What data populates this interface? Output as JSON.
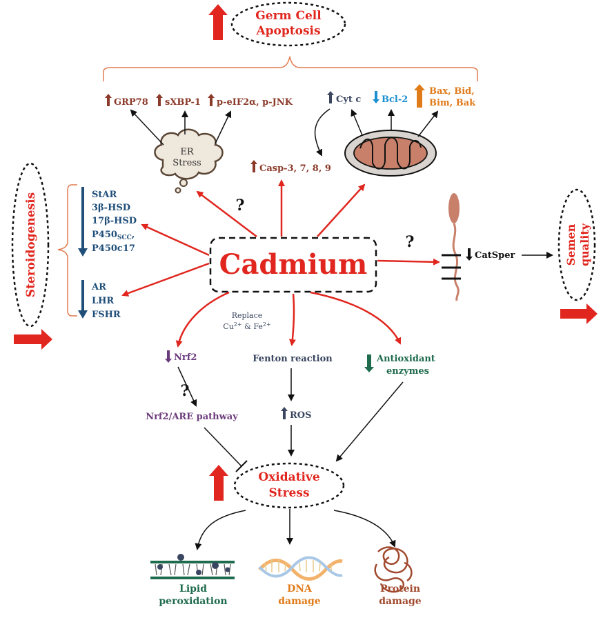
{
  "center": {
    "label": "Cadmium"
  },
  "germ_cell": {
    "line1": "Germ Cell",
    "line2": "Apoptosis"
  },
  "er": {
    "line1": "ER",
    "line2": "Stress",
    "markers": [
      "GRP78",
      "sXBP-1",
      "p-eIF2α, p-JNK"
    ]
  },
  "mito": {
    "cytc": "Cyt c",
    "bcl2": "Bcl-2",
    "bax1": "Bax, Bid,",
    "bax2": "Bim, Bak"
  },
  "casp": "Casp-3, 7, 8, 9",
  "question": "?",
  "steroid": {
    "title": "Steroidogenesis",
    "group1": [
      "StAR",
      "3β-HSD",
      "17β-HSD",
      "P450",
      "P450c17"
    ],
    "scc_sub": "SCC",
    "scc_comma": ",",
    "group2": [
      "AR",
      "LHR",
      "FSHR"
    ]
  },
  "semen": {
    "line1": "Semen",
    "line2": "quality"
  },
  "catsper": "CatSper",
  "replace": {
    "line1": "Replace",
    "cu": "Cu",
    "cu_sup": "2+",
    "amp": " & Fe",
    "fe_sup": "2+"
  },
  "nrf2": "Nrf2",
  "nrf2_pathway": "Nrf2/ARE pathway",
  "fenton": "Fenton reaction",
  "ros": "ROS",
  "antiox": {
    "line1": "Antioxidant",
    "line2": "enzymes"
  },
  "oxidative": {
    "line1": "Oxidative",
    "line2": "Stress"
  },
  "outcomes": {
    "lipid1": "Lipid",
    "lipid2": "peroxidation",
    "dna1": "DNA",
    "dna2": "damage",
    "protein1": "Protein",
    "protein2": "damage"
  },
  "colors": {
    "red": "#e0261e",
    "brown": "#8b3a2a",
    "blue": "#1f4e79",
    "light_blue": "#1b8fd0",
    "orange": "#e07b1a",
    "purple": "#6b3a7a",
    "slate": "#3a4660",
    "green": "#1f6b4e"
  }
}
